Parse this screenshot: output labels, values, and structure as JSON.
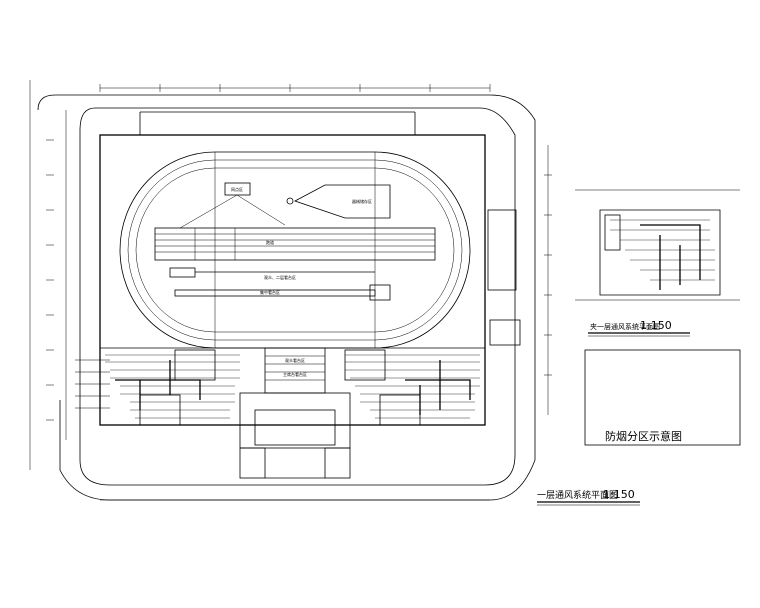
{
  "labels": {
    "hall": "网点区",
    "storage": "器械储存区",
    "runway": "跑道",
    "seating": "观众、二层看台区",
    "central": "集中看台区",
    "stand_a": "观众看台区",
    "stand_b": "主席台看台区"
  },
  "titles": {
    "main_title": "一层通风系统平面图",
    "main_scale": "1:150",
    "side_title": "夹一层通风系统平面图",
    "side_scale": "1:150",
    "zone_title": "防烟分区示意图"
  }
}
